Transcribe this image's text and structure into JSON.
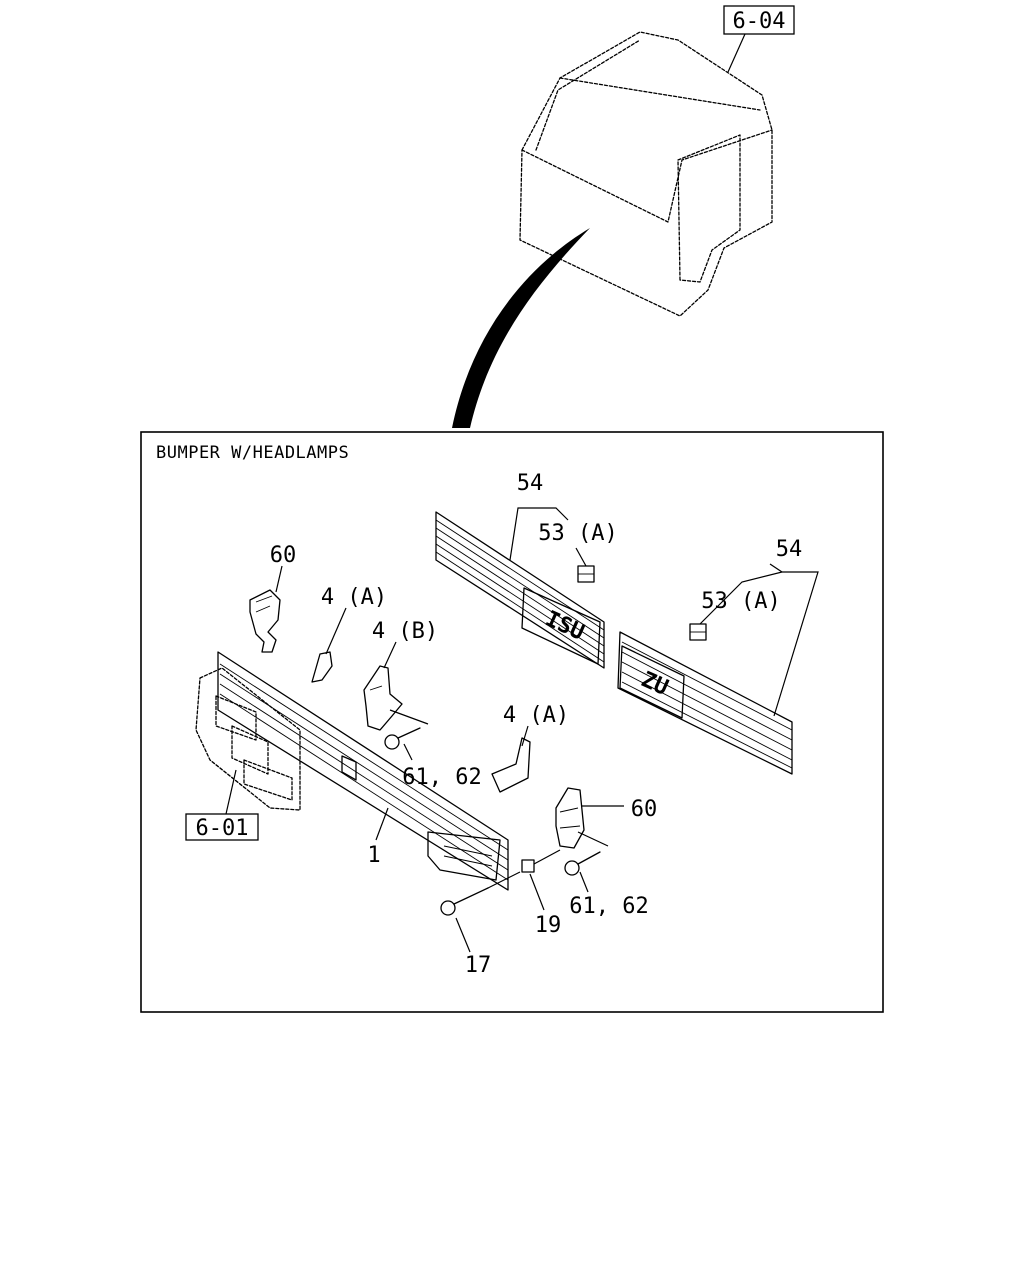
{
  "page": {
    "section_title": "BUMPER W/HEADLAMPS",
    "ref_cab": "6-04",
    "ref_bumper": "6-01"
  },
  "callouts": {
    "c54_left": "54",
    "c53_left": "53 (A)",
    "c54_right": "54",
    "c53_right": "53 (A)",
    "c60_left": "60",
    "c4a_left": "4 (A)",
    "c4b": "4 (B)",
    "c6162_left": "61, 62",
    "c4a_right": "4 (A)",
    "c60_right": "60",
    "c1": "1",
    "c19": "19",
    "c6162_right": "61, 62",
    "c17": "17"
  },
  "grille_text": {
    "left": "ISU",
    "right": "ZU"
  }
}
